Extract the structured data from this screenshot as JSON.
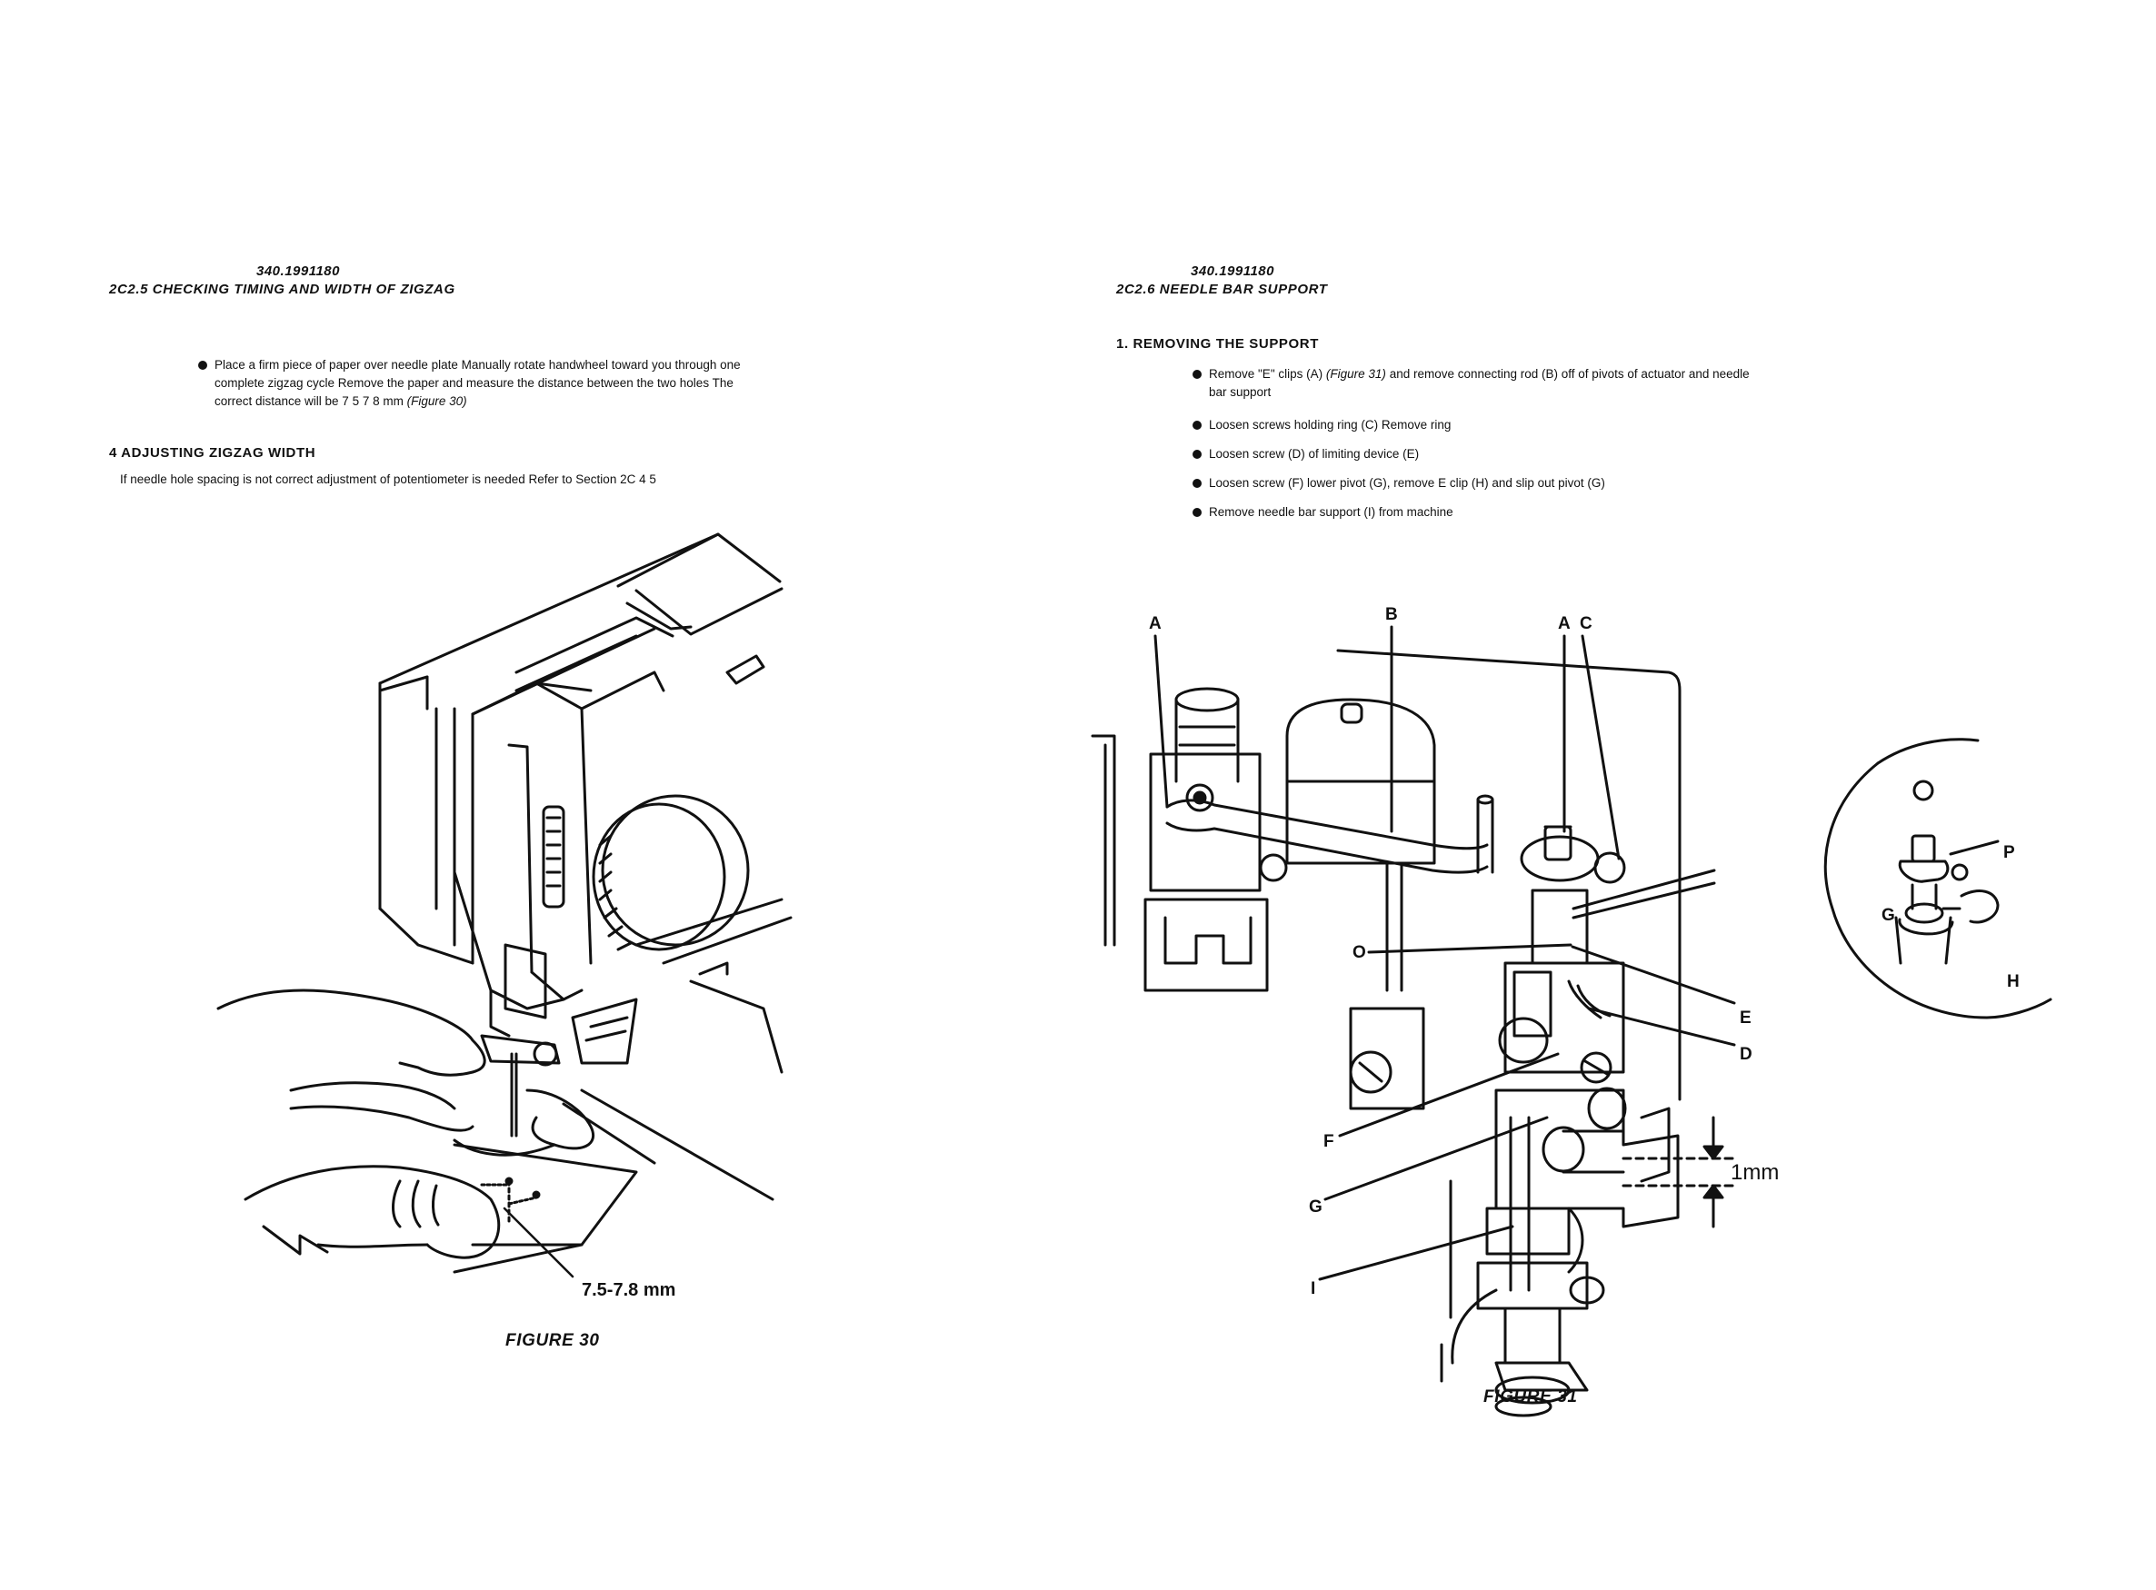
{
  "left": {
    "doc_number": "340.1991180",
    "section_title": "2C2.5  CHECKING TIMING AND WIDTH OF ZIGZAG",
    "bullet": {
      "line1": "Place a firm piece of paper over needle plate  Manually rotate handwheel toward you through one",
      "line2": "complete zigzag cycle  Remove the paper and measure the distance between the two holes  The",
      "line3_text": "correct distance will be  7 5  7 8  mm",
      "line3_ref": "(Figure 30)"
    },
    "step_heading": "4  ADJUSTING ZIGZAG WIDTH",
    "step_text": "If needle hole spacing is not correct  adjustment of potentiometer is needed  Refer to Section 2C 4 5",
    "figure": {
      "dimension_label": "7.5-7.8 mm",
      "caption": "FIGURE 30"
    }
  },
  "right": {
    "doc_number": "340.1991180",
    "section_title": "2C2.6  NEEDLE BAR SUPPORT",
    "step_heading": "1.  REMOVING THE SUPPORT",
    "bullets": [
      {
        "text": "Remove \"E\" clips (A)",
        "ref": "(Figure 31)",
        "rest": "and remove connecting rod (B) off of pivots of actuator and needle",
        "cont": "bar support"
      },
      {
        "text": "Loosen screws holding ring (C)  Remove ring"
      },
      {
        "text": "Loosen screw (D) of limiting device (E)"
      },
      {
        "text": "Loosen screw (F) lower pivot (G), remove  E  clip (H) and slip out pivot (G)"
      },
      {
        "text": "Remove needle bar support (I) from machine"
      }
    ],
    "figure": {
      "labels": {
        "A1": "A",
        "B": "B",
        "A2": "A",
        "C": "C",
        "O": "O",
        "E": "E",
        "D": "D",
        "F": "F",
        "G1": "G",
        "I": "I",
        "P": "P",
        "G2": "G",
        "H": "H"
      },
      "dimension_label": "1mm",
      "caption": "FIGURE 31"
    }
  }
}
